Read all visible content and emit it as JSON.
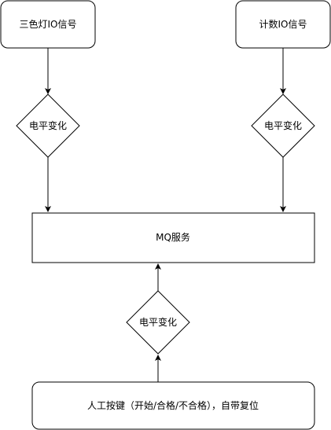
{
  "diagram": {
    "nodes": {
      "tricolor_signal": "三色灯IO信号",
      "count_signal": "计数IO信号",
      "decision_left": "电平变化",
      "decision_right": "电平变化",
      "mq_service": "MQ服务",
      "decision_bottom": "电平变化",
      "manual_button": "人工按键（开始/合格/不合格），自带复位"
    },
    "edges": [
      {
        "from": "tricolor_signal",
        "to": "decision_left"
      },
      {
        "from": "decision_left",
        "to": "mq_service"
      },
      {
        "from": "count_signal",
        "to": "decision_right"
      },
      {
        "from": "decision_right",
        "to": "mq_service"
      },
      {
        "from": "manual_button",
        "to": "decision_bottom"
      },
      {
        "from": "decision_bottom",
        "to": "mq_service"
      }
    ]
  }
}
